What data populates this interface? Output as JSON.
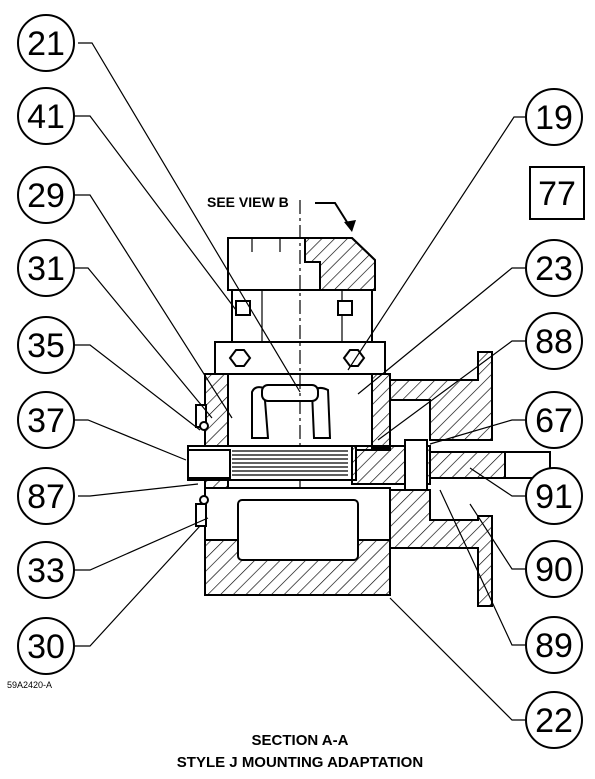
{
  "balloons_left": [
    "21",
    "41",
    "29",
    "31",
    "35",
    "37",
    "87",
    "33",
    "30"
  ],
  "balloons_right": [
    "19",
    "23",
    "88",
    "67",
    "91",
    "90",
    "89",
    "22"
  ],
  "boxed_callout": "77",
  "see_view_label": "SEE VIEW B",
  "drawing_number": "59A2420-A",
  "caption": {
    "line1": "SECTION A-A",
    "line2": "STYLE J MOUNTING ADAPTATION"
  }
}
